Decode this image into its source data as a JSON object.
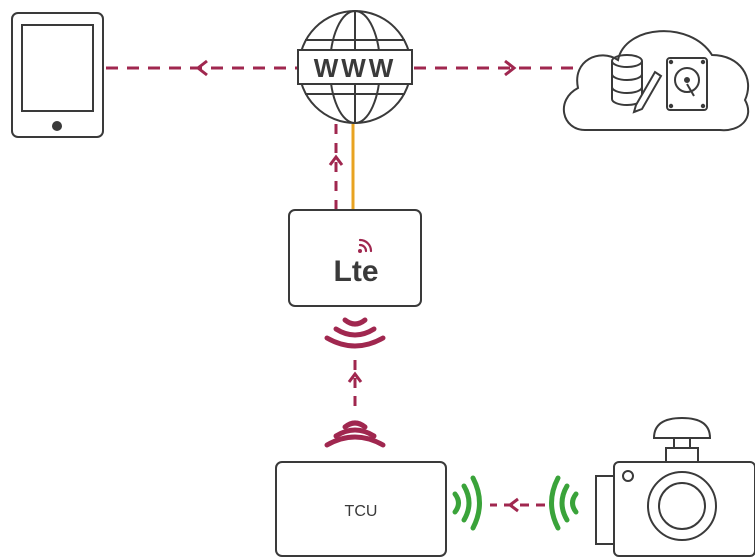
{
  "diagram": {
    "router_logo_text": "Lte",
    "www_text": "WWW",
    "tcu_label": "TCU"
  },
  "colors": {
    "stroke": "#3a3a3a",
    "arrow": "#a0274f",
    "wifi_red": "#a0274f",
    "wifi_green": "#3aa33a",
    "wire": "#e8a321"
  },
  "icons": [
    "tablet-icon",
    "globe-www-icon",
    "cloud-icon",
    "database-icon",
    "hard-drive-icon",
    "lte-router-icon",
    "wireless-signal-icon",
    "tcu-box-icon",
    "camera-icon"
  ]
}
